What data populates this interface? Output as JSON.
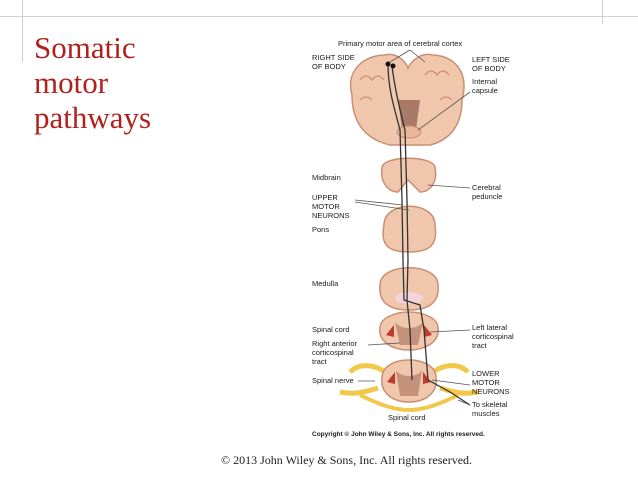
{
  "slide": {
    "title_lines": [
      "Somatic",
      "motor",
      "pathways"
    ],
    "copyright": "© 2013 John Wiley & Sons, Inc. All rights reserved."
  },
  "figure": {
    "top_label": "Primary motor area of cerebral cortex",
    "right_side_body": [
      "RIGHT SIDE",
      "OF BODY"
    ],
    "left_side_body": [
      "LEFT SIDE",
      "OF BODY"
    ],
    "internal_capsule": [
      "Internal",
      "capsule"
    ],
    "midbrain": "Midbrain",
    "upper_motor_neurons": [
      "UPPER",
      "MOTOR",
      "NEURONS"
    ],
    "pons": "Pons",
    "cerebral_peduncle": [
      "Cerebral",
      "peduncle"
    ],
    "medulla": "Medulla",
    "spinal_cord_left": "Spinal cord",
    "right_anterior_tract": [
      "Right anterior",
      "corticospinal",
      "tract"
    ],
    "left_lateral_tract": [
      "Left lateral",
      "corticospinal",
      "tract"
    ],
    "spinal_nerve": "Spinal nerve",
    "lower_motor_neurons": [
      "LOWER",
      "MOTOR",
      "NEURONS"
    ],
    "to_skeletal_muscles": [
      "To skeletal",
      "muscles"
    ],
    "spinal_cord_bottom": "Spinal cord",
    "figure_copyright": "Copyright © John Wiley & Sons, Inc. All rights reserved."
  },
  "colors": {
    "title": "#b0211d",
    "tissue": "#f0c7ad",
    "tissue_dark": "#c98f73",
    "tract_red": "#c0392b",
    "nerve_yellow": "#f2c84b"
  }
}
